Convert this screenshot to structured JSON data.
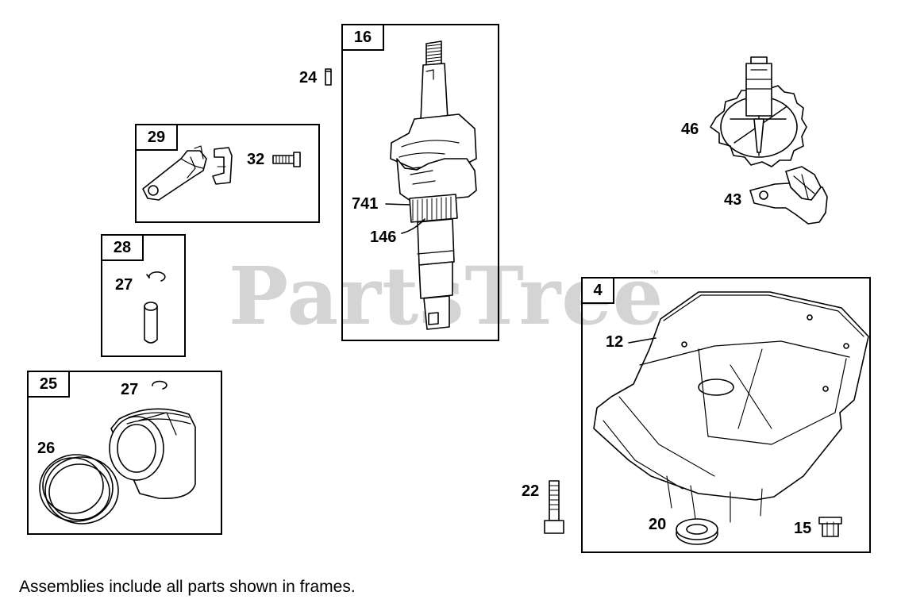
{
  "watermark": {
    "text": "PartsTree",
    "trademark": "™"
  },
  "frames": [
    {
      "id": "16",
      "label": "16",
      "parts": [
        "741",
        "146"
      ]
    },
    {
      "id": "29",
      "label": "29",
      "parts": [
        "32"
      ]
    },
    {
      "id": "28",
      "label": "28",
      "parts": [
        "27"
      ]
    },
    {
      "id": "25",
      "label": "25",
      "parts": [
        "27",
        "26"
      ]
    },
    {
      "id": "4",
      "label": "4",
      "parts": [
        "12",
        "20",
        "15"
      ]
    }
  ],
  "callouts": {
    "c24": "24",
    "c741": "741",
    "c146": "146",
    "c32": "32",
    "c27a": "27",
    "c27b": "27",
    "c26": "26",
    "c46": "46",
    "c43": "43",
    "c12": "12",
    "c22": "22",
    "c20": "20",
    "c15": "15"
  },
  "footnote": "Assemblies include all parts shown in frames.",
  "colors": {
    "line": "#000000",
    "watermark": "#d4d4d4",
    "background": "#ffffff"
  },
  "icons": [
    "crankshaft-icon",
    "connecting-rod-icon",
    "bolt-icon",
    "retaining-ring-icon",
    "piston-pin-icon",
    "piston-icon",
    "piston-rings-icon",
    "key-icon",
    "governor-gear-icon",
    "governor-bracket-icon",
    "sump-icon",
    "oil-seal-icon",
    "plug-icon"
  ]
}
